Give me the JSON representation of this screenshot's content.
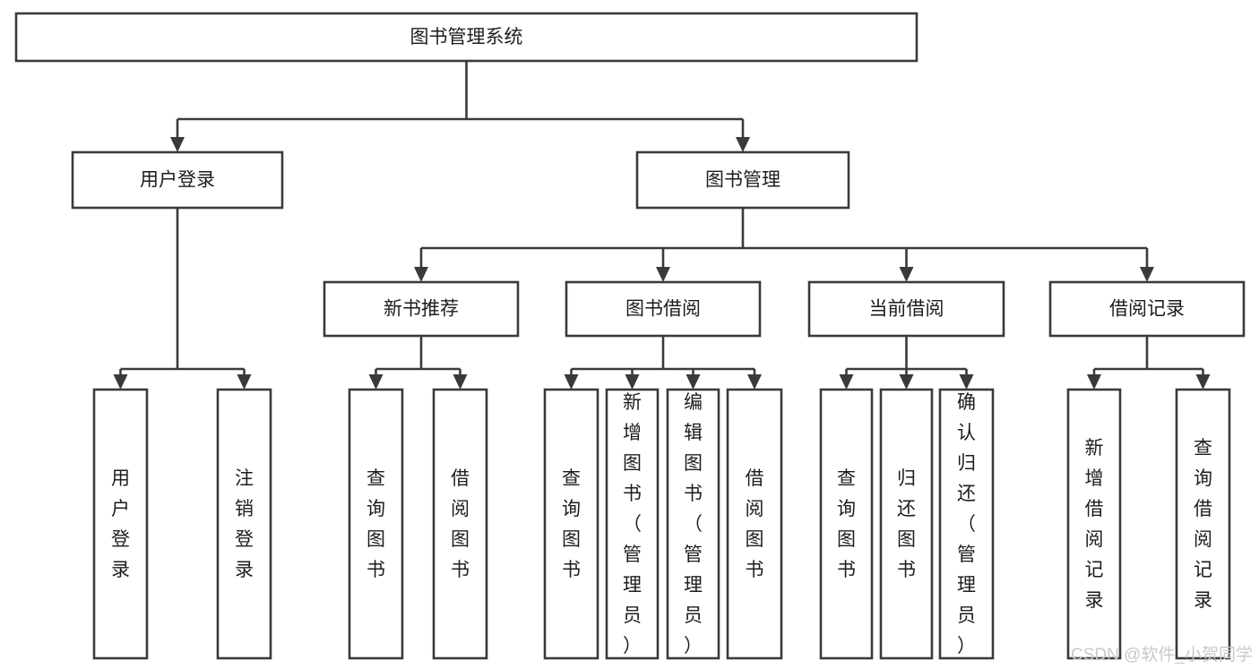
{
  "diagram": {
    "title": "图书管理系统",
    "type": "tree-hierarchy",
    "watermark": "CSDN @软件_小贺同学",
    "colors": {
      "background": "#ffffff",
      "stroke": "#3a3a3a",
      "box_fill": "#ffffff",
      "text": "#1d1d1d",
      "watermark": "#c9c9c9"
    },
    "nodes": {
      "root": {
        "label": "图书管理系统",
        "orientation": "horizontal"
      },
      "level2": [
        {
          "id": "user-login",
          "label": "用户登录",
          "orientation": "horizontal"
        },
        {
          "id": "book-management",
          "label": "图书管理",
          "orientation": "horizontal"
        }
      ],
      "level3": [
        {
          "id": "new-book-recommend",
          "label": "新书推荐",
          "orientation": "horizontal"
        },
        {
          "id": "book-borrow",
          "label": "图书借阅",
          "orientation": "horizontal"
        },
        {
          "id": "current-borrow",
          "label": "当前借阅",
          "orientation": "horizontal"
        },
        {
          "id": "borrow-record",
          "label": "借阅记录",
          "orientation": "horizontal"
        }
      ],
      "leaves": {
        "user-login": [
          {
            "id": "leaf-user-login",
            "label": "用户登录",
            "orientation": "vertical"
          },
          {
            "id": "leaf-logout-login",
            "label": "注销登录",
            "orientation": "vertical"
          }
        ],
        "new-book-recommend": [
          {
            "id": "leaf-query-book-1",
            "label": "查询图书",
            "orientation": "vertical"
          },
          {
            "id": "leaf-borrow-book-1",
            "label": "借阅图书",
            "orientation": "vertical"
          }
        ],
        "book-borrow": [
          {
            "id": "leaf-query-book-2",
            "label": "查询图书",
            "orientation": "vertical"
          },
          {
            "id": "leaf-add-book",
            "label": "新增图书（管理员）",
            "orientation": "vertical"
          },
          {
            "id": "leaf-edit-book",
            "label": "编辑图书（管理员）",
            "orientation": "vertical"
          },
          {
            "id": "leaf-borrow-book-2",
            "label": "借阅图书",
            "orientation": "vertical"
          }
        ],
        "current-borrow": [
          {
            "id": "leaf-query-book-3",
            "label": "查询图书",
            "orientation": "vertical"
          },
          {
            "id": "leaf-return-book",
            "label": "归还图书",
            "orientation": "vertical"
          },
          {
            "id": "leaf-confirm-return",
            "label": "确认归还（管理员）",
            "orientation": "vertical"
          }
        ],
        "borrow-record": [
          {
            "id": "leaf-add-record",
            "label": "新增借阅记录",
            "orientation": "vertical"
          },
          {
            "id": "leaf-query-record",
            "label": "查询借阅记录",
            "orientation": "vertical"
          }
        ]
      }
    }
  }
}
